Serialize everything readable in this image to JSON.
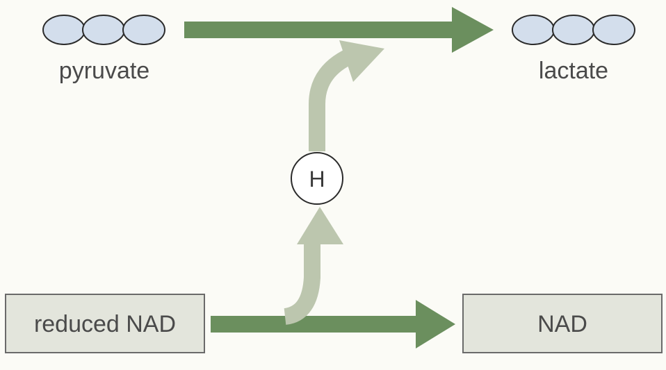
{
  "molecules": {
    "pyruvate": {
      "label": "pyruvate"
    },
    "lactate": {
      "label": "lactate"
    }
  },
  "boxes": {
    "reduced_nad": {
      "label": "reduced NAD"
    },
    "nad": {
      "label": "NAD"
    }
  },
  "hydrogen": {
    "label": "H"
  },
  "colors": {
    "main_arrow": "#6b8f5e",
    "hydrogen_arrow": "#bcc6ae",
    "molecule_fill": "#d3deec",
    "molecule_stroke": "#2b2b2b",
    "box_fill": "#e3e5dc",
    "box_stroke": "#6a6a6a",
    "background": "#fbfbf6"
  }
}
